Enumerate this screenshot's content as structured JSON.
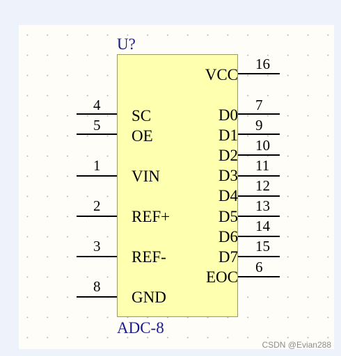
{
  "component": {
    "designator": "U?",
    "comment": "ADC-8",
    "left_pins": [
      {
        "number": "4",
        "label": "SC"
      },
      {
        "number": "5",
        "label": "OE"
      },
      {
        "number": "1",
        "label": "VIN"
      },
      {
        "number": "2",
        "label": "REF+"
      },
      {
        "number": "3",
        "label": "REF-"
      },
      {
        "number": "8",
        "label": "GND"
      }
    ],
    "right_pins": [
      {
        "number": "16",
        "label": "VCC"
      },
      {
        "number": "7",
        "label": "D0"
      },
      {
        "number": "9",
        "label": "D1"
      },
      {
        "number": "10",
        "label": "D2"
      },
      {
        "number": "11",
        "label": "D3"
      },
      {
        "number": "12",
        "label": "D4"
      },
      {
        "number": "13",
        "label": "D5"
      },
      {
        "number": "14",
        "label": "D6"
      },
      {
        "number": "15",
        "label": "D7"
      },
      {
        "number": "6",
        "label": "EOC"
      }
    ]
  },
  "colors": {
    "body_fill": "#ffffb0",
    "designator_text": "#1a1a8a",
    "pin_line": "#000000"
  },
  "watermark": "CSDN @Evian288"
}
